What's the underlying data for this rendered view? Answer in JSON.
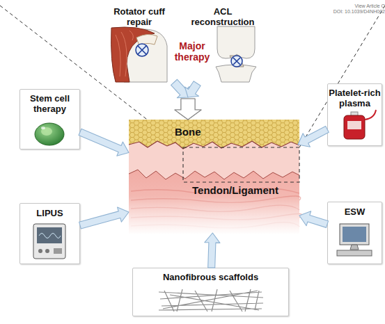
{
  "diagram": {
    "nodes": [
      {
        "text": [
          "Rotator cuff repair"
        ]
      },
      {
        "text": [
          "ACL reconstruction"
        ]
      },
      {
        "text": [
          "Bone"
        ]
      },
      {
        "text": [
          "Stem cell therapy"
        ]
      },
      {
        "text": [
          "Platelet-rich plasma"
        ]
      },
      {
        "text": [
          "Tendon/Ligament"
        ]
      },
      {
        "text": [
          "LIPUS"
        ]
      },
      {
        "text": [
          "ESW"
        ]
      },
      {
        "text": [
          "Nanofibrous scaffolds"
        ]
      }
    ],
    "edges": [
      {
        "from": 0,
        "to": 2,
        "arrow": "to"
      },
      {
        "from": 1,
        "to": 2,
        "arrow": "to"
      },
      {
        "from": 3,
        "to": 5,
        "arrow": "to"
      },
      {
        "from": 4,
        "to": 5,
        "arrow": "to"
      },
      {
        "from": 6,
        "to": 5,
        "arrow": "to"
      },
      {
        "from": 7,
        "to": 5,
        "arrow": "to"
      },
      {
        "from": 8,
        "to": 5,
        "arrow": "to"
      }
    ],
    "labels": [
      "Major therapy",
      "View Article O",
      "DOI: 10.1039/D4NH002"
    ]
  }
}
